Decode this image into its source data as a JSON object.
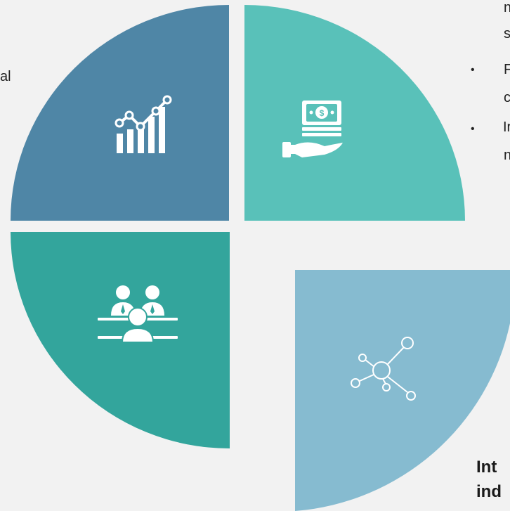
{
  "colors": {
    "background": "#f2f2f2",
    "quadrant_top_left": "#4f86a6",
    "quadrant_top_right": "#59c1b9",
    "quadrant_bottom_left": "#33a59c",
    "quadrant_bottom_right": "#86bbd0",
    "icon": "#ffffff"
  },
  "quadrants": [
    {
      "id": "top-left",
      "icon": "growth-chart-icon"
    },
    {
      "id": "top-right",
      "icon": "money-in-hand-icon"
    },
    {
      "id": "bottom-left",
      "icon": "team-meeting-icon"
    },
    {
      "id": "bottom-right",
      "icon": "network-nodes-icon"
    }
  ],
  "text_fragments": {
    "left_partial": "al",
    "right_lines": [
      "n",
      "s",
      "F",
      "c",
      "Ir",
      "n"
    ],
    "bullets": [
      "•",
      "•"
    ],
    "bottom_heading_lines": [
      "Int",
      "ind"
    ]
  }
}
